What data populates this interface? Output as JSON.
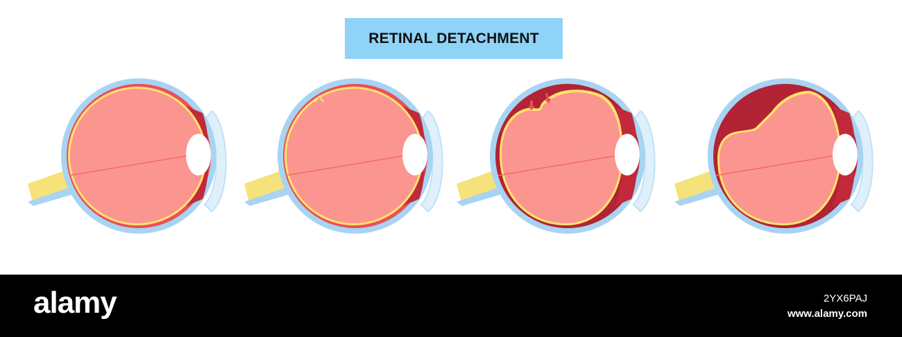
{
  "title": "RETINAL DETACHMENT",
  "colors": {
    "title_bg": "#8fd3f6",
    "sclera": "#a8d4f2",
    "choroid": "#e94f5e",
    "retina": "#ffe26b",
    "vitreous": "#fb958f",
    "subretinal_fluid": "#b22336",
    "optic_nerve": "#f6e27a",
    "lens": "#ffffff",
    "cornea": "#dff0fb",
    "footer_bg": "#000000"
  },
  "stages": [
    {
      "name": "normal-eye"
    },
    {
      "name": "retinal-tear"
    },
    {
      "name": "early-detachment"
    },
    {
      "name": "advanced-detachment"
    }
  ],
  "watermark": {
    "brand": "alamy",
    "image_id": "2YX6PAJ",
    "site": "www.alamy.com"
  }
}
